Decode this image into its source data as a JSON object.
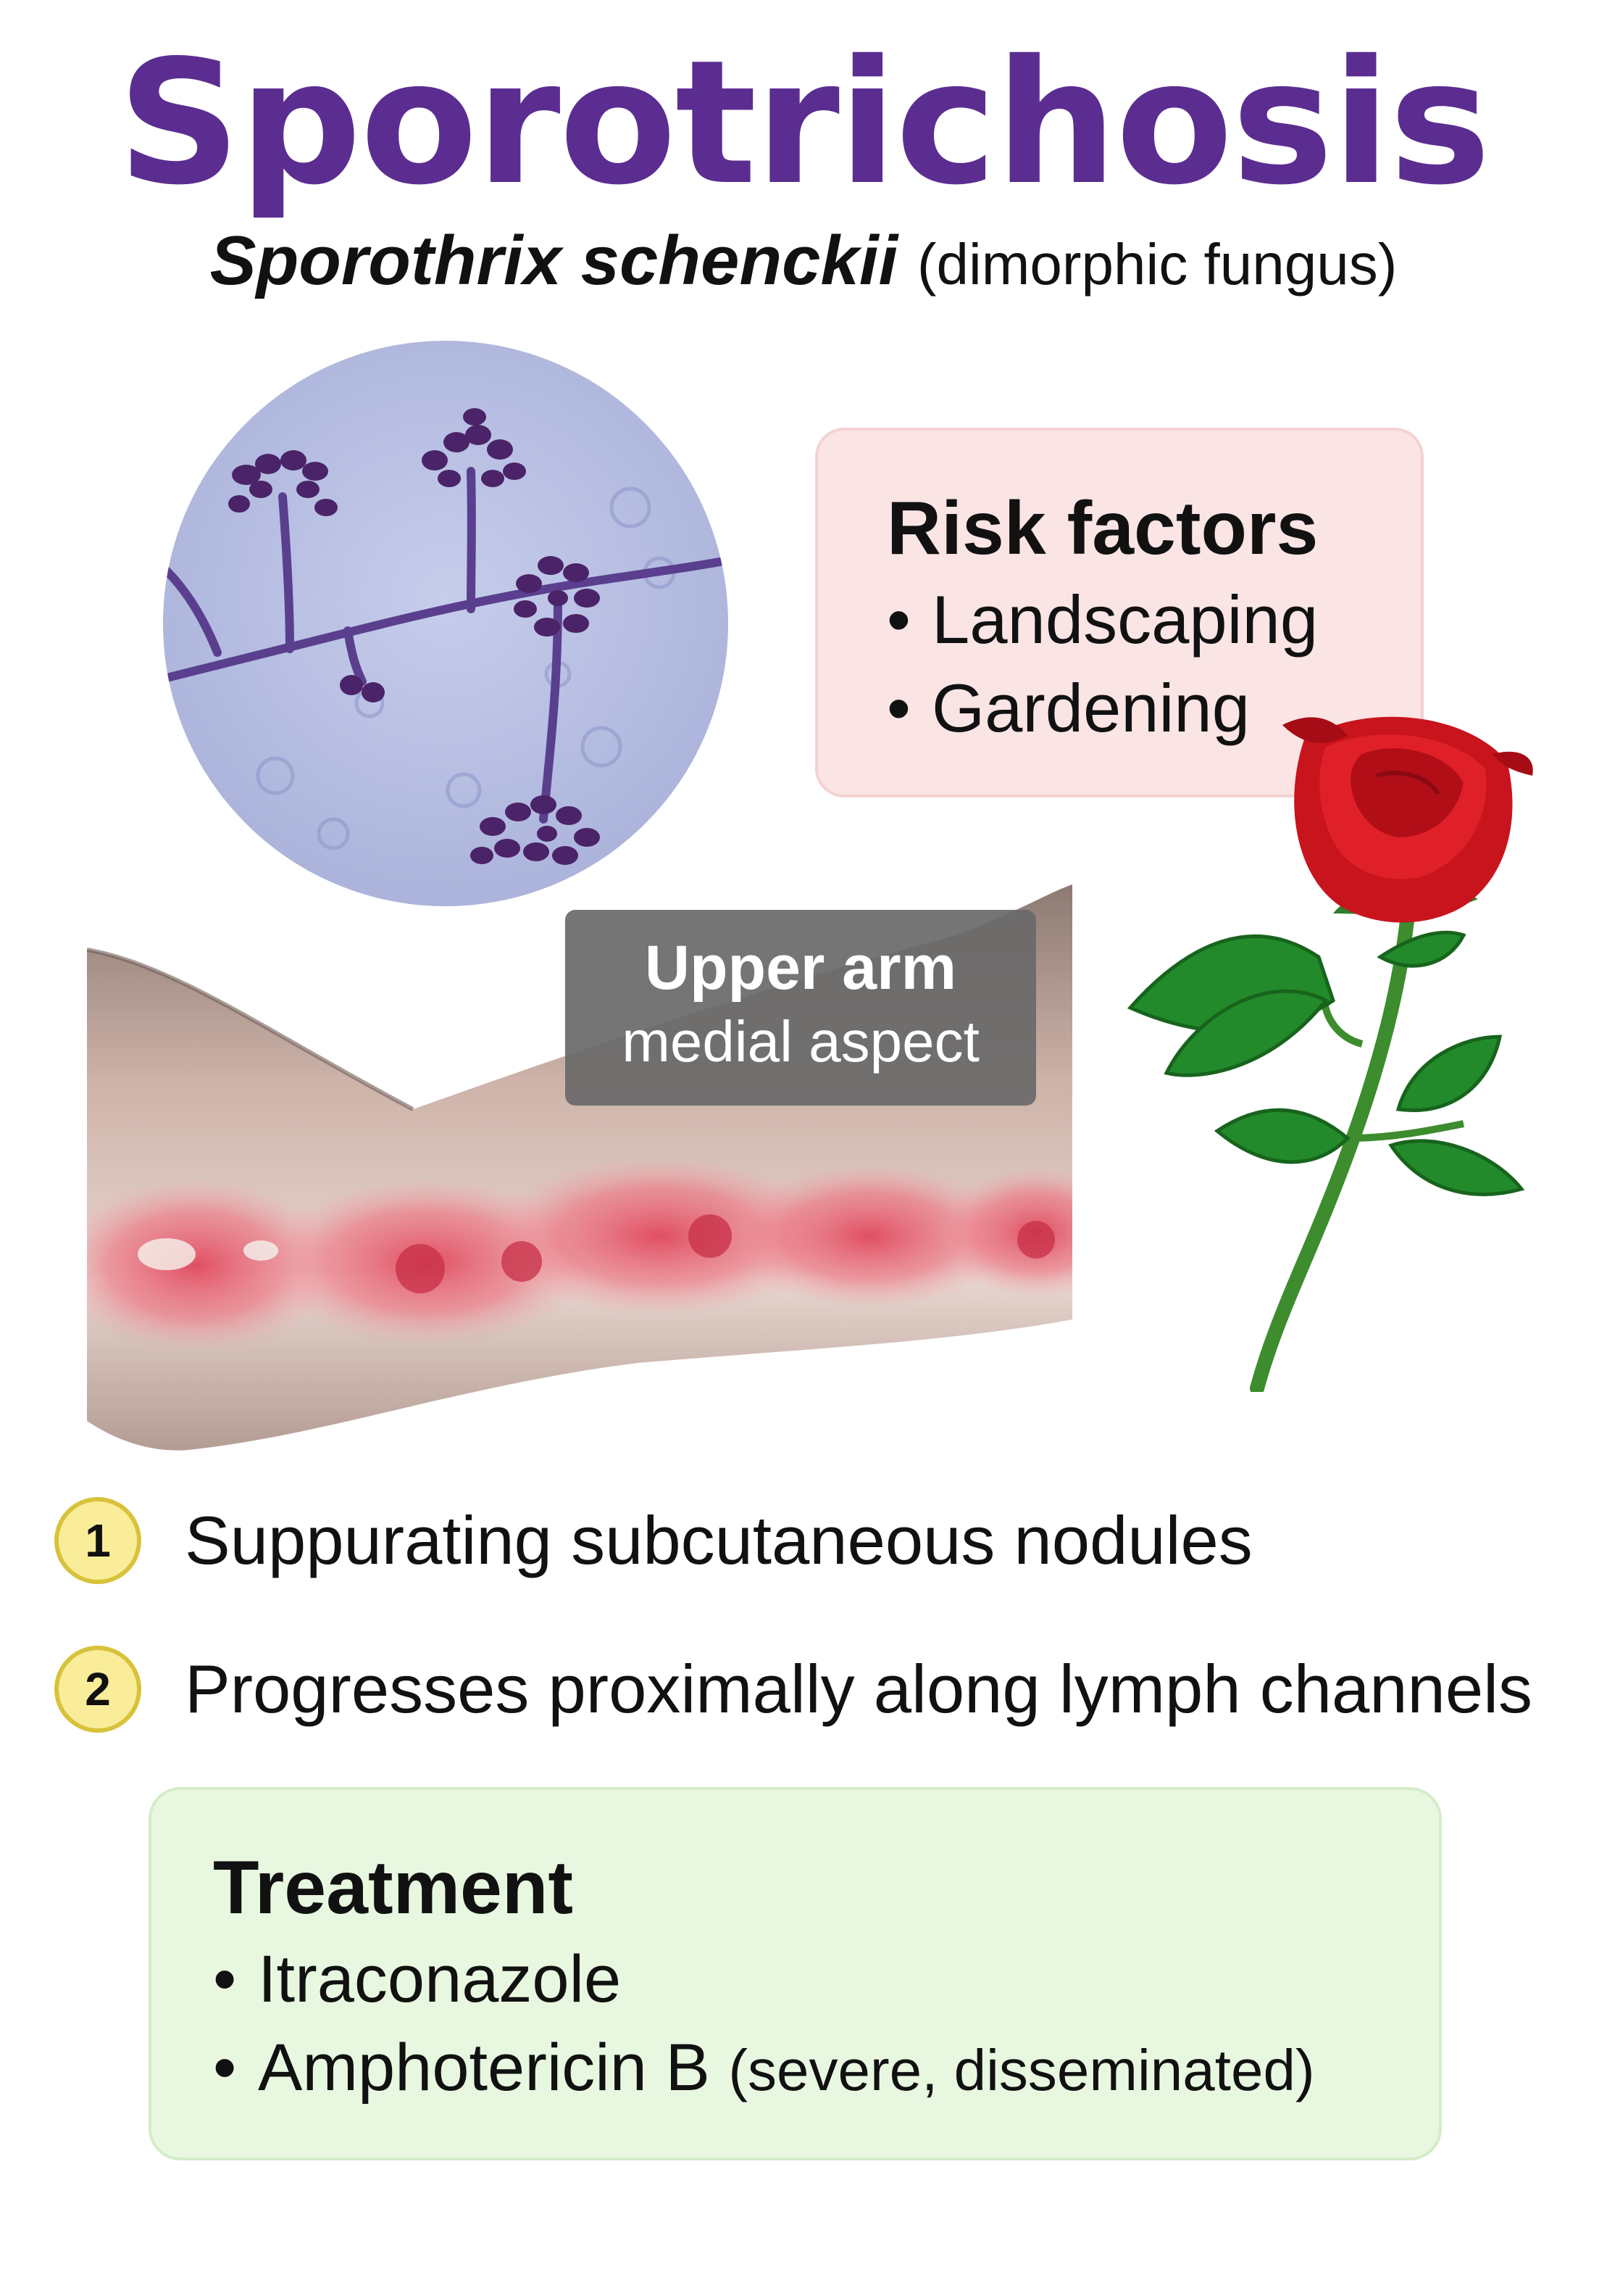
{
  "title": "Sporotrichosis",
  "subtitle": {
    "organism": "Sporothrix schenckii",
    "note": "(dimorphic fungus)"
  },
  "risk_factors": {
    "heading": "Risk factors",
    "items": [
      "Landscaping",
      "Gardening"
    ]
  },
  "arm_label": {
    "line1": "Upper arm",
    "line2": "medial aspect"
  },
  "features": [
    {
      "number": "1",
      "text": "Suppurating subcutaneous nodules"
    },
    {
      "number": "2",
      "text": "Progresses proximally along lymph channels"
    }
  ],
  "treatment": {
    "heading": "Treatment",
    "items": [
      {
        "name": "Itraconazole",
        "note": ""
      },
      {
        "name": "Amphotericin B",
        "note": "(severe, disseminated)"
      }
    ]
  },
  "colors": {
    "title": "#5b2d90",
    "risk_box_bg": "#fbe4e4",
    "risk_box_border": "#f4d2d2",
    "treatment_box_bg": "#e8f8e0",
    "treatment_box_border": "#d4ecc8",
    "badge_fill": "#f9ed9a",
    "badge_border": "#d8c23a",
    "label_bg": "#6b6b6b"
  }
}
